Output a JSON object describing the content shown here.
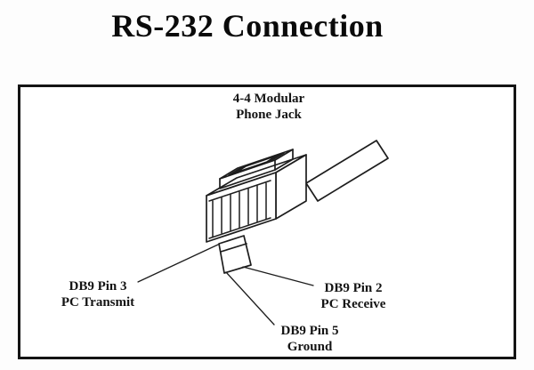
{
  "page": {
    "title": "RS-232 Connection",
    "background_color": "#ffffff"
  },
  "diagram": {
    "border_color": "#141414",
    "stroke_color": "#1d1d1d",
    "illustration": "isometric drawing of a 4-4 modular phone jack plug with cable tab",
    "labels": {
      "jack": {
        "line1": "4-4 Modular",
        "line2": "Phone Jack"
      },
      "pin3": {
        "line1": "DB9 Pin 3",
        "line2": "PC Transmit"
      },
      "pin2": {
        "line1": "DB9 Pin 2",
        "line2": "PC Receive"
      },
      "pin5": {
        "line1": "DB9 Pin 5",
        "line2": "Ground"
      }
    }
  }
}
